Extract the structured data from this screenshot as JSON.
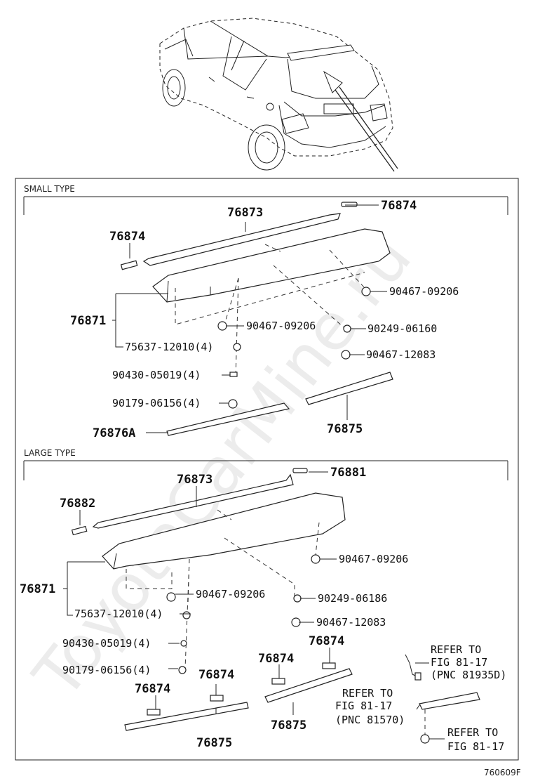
{
  "watermark": "ToyotaCarMine.ru",
  "figure_id": "760609F",
  "small_type": {
    "title": "SMALL TYPE",
    "labels": {
      "p76873": "76873",
      "p76874a": "76874",
      "p76874b": "76874",
      "p76871": "76871",
      "p90467_09206a": "90467-09206",
      "p90467_09206b": "90467-09206",
      "p90249": "90249-06160",
      "p90467_12083": "90467-12083",
      "p75637": "75637-12010(4)",
      "p90430": "90430-05019(4)",
      "p90179": "90179-06156(4)",
      "p76876A": "76876A",
      "p76875": "76875"
    }
  },
  "large_type": {
    "title": "LARGE TYPE",
    "labels": {
      "p76873": "76873",
      "p76881": "76881",
      "p76882": "76882",
      "p76871": "76871",
      "p90467_09206a": "90467-09206",
      "p90467_09206b": "90467-09206",
      "p90249": "90249-06186",
      "p90467_12083": "90467-12083",
      "p75637": "75637-12010(4)",
      "p90430": "90430-05019(4)",
      "p90179": "90179-06156(4)",
      "p76874a": "76874",
      "p76874b": "76874",
      "p76874c": "76874",
      "p76874d": "76874",
      "p76875a": "76875",
      "p76875b": "76875"
    },
    "refer1": {
      "l1": "REFER TO",
      "l2": "FIG 81-17",
      "l3": "(PNC 81935D)"
    },
    "refer2": {
      "l1": "REFER TO",
      "l2": "FIG 81-17",
      "l3": "(PNC 81570)"
    },
    "refer3": {
      "l1": "REFER TO",
      "l2": "FIG 81-17"
    }
  }
}
